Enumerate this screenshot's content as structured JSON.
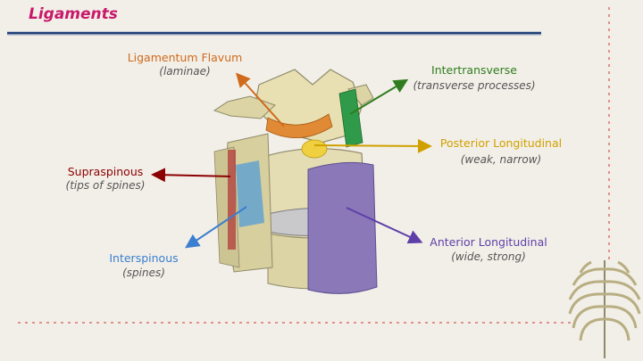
{
  "slide": {
    "title": "Ligaments",
    "accent_color": "#1f3f7a",
    "title_color": "#c8186a"
  },
  "labels": {
    "flavum": {
      "name": "Ligamentum Flavum",
      "detail": "(laminae)",
      "color": "#d06a1c"
    },
    "intertransverse": {
      "name": "Intertransverse",
      "detail": "(transverse processes)",
      "color": "#2f7d1e"
    },
    "posterior": {
      "name": "Posterior Longitudinal",
      "detail": "(weak, narrow)",
      "color": "#d0a000"
    },
    "supraspinous": {
      "name": "Supraspinous",
      "detail": "(tips of spines)",
      "color": "#8b0000"
    },
    "interspinous": {
      "name": "Interspinous",
      "detail": "(spines)",
      "color": "#3a7fd0"
    },
    "anterior": {
      "name": "Anterior Longitudinal",
      "detail": "(wide, strong)",
      "color": "#5e3fa8"
    }
  }
}
